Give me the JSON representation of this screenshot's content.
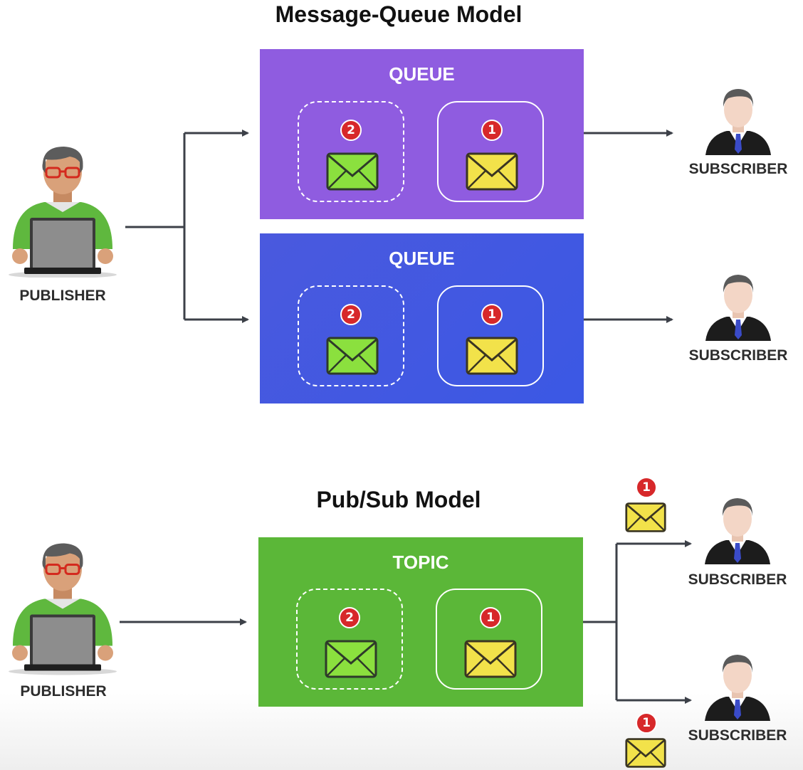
{
  "titles": {
    "message_queue": "Message-Queue Model",
    "pub_sub": "Pub/Sub Model"
  },
  "mq": {
    "queue_label": "QUEUE",
    "publisher_label": "PUBLISHER",
    "subscriber_label": "SUBSCRIBER",
    "messages": [
      {
        "number": "2"
      },
      {
        "number": "1"
      }
    ]
  },
  "ps": {
    "topic_label": "TOPIC",
    "publisher_label": "PUBLISHER",
    "subscriber_label": "SUBSCRIBER",
    "messages": [
      {
        "number": "2"
      },
      {
        "number": "1"
      }
    ],
    "delivered_number": "1"
  },
  "colors": {
    "queue1": "#8f5ce0",
    "queue2": "#4458e0",
    "topic": "#5bb738",
    "envelope_yellow": "#f2e24a",
    "envelope_green": "#8be03e",
    "badge": "#d7282a",
    "arrow": "#3c4048"
  },
  "icons": [
    "publisher-icon",
    "subscriber-icon",
    "envelope-icon",
    "badge-icon",
    "arrow-icon"
  ]
}
